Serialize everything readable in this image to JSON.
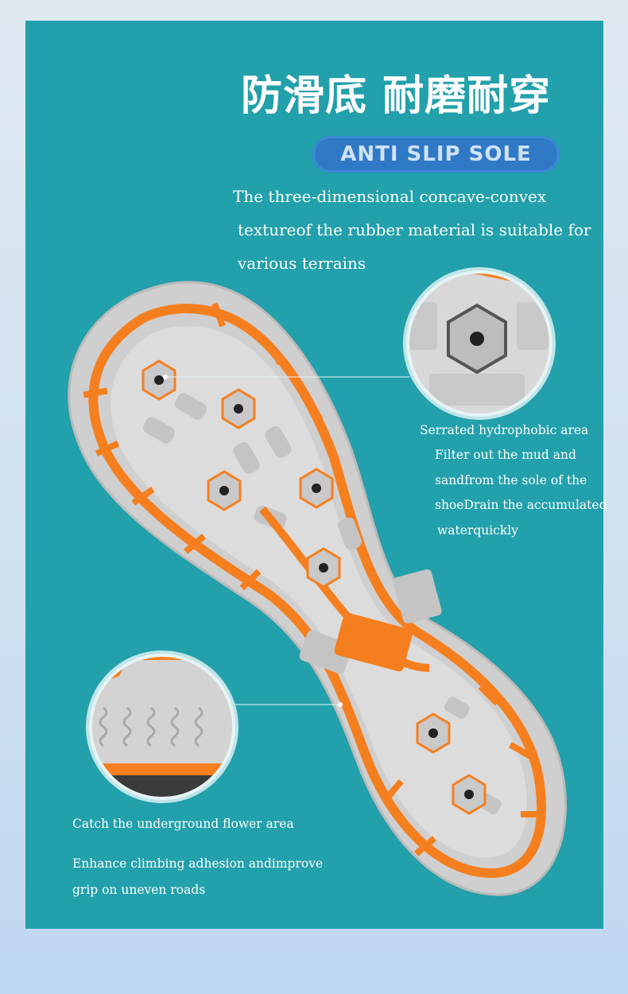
{
  "title": "防滑底 耐磨耐穿",
  "badge": "ANTI SLIP SOLE",
  "description": [
    "The three-dimensional concave-convex",
    "textureof the rubber material is suitable for",
    "various terrains"
  ],
  "callout_right": [
    "Serrated hydrophobic area",
    "Filter out the mud and",
    "sandfrom the sole of the",
    "shoeDrain the accumulated",
    "waterquickly"
  ],
  "callout_left": [
    "Catch the underground flower area",
    "Enhance climbing adhesion andimprove",
    "grip on uneven roads"
  ],
  "colors": {
    "panel": "#22a0ab",
    "badge": "#2f79c6",
    "sole_gray": "#d6d6d6",
    "sole_orange": "#f57f1f"
  }
}
